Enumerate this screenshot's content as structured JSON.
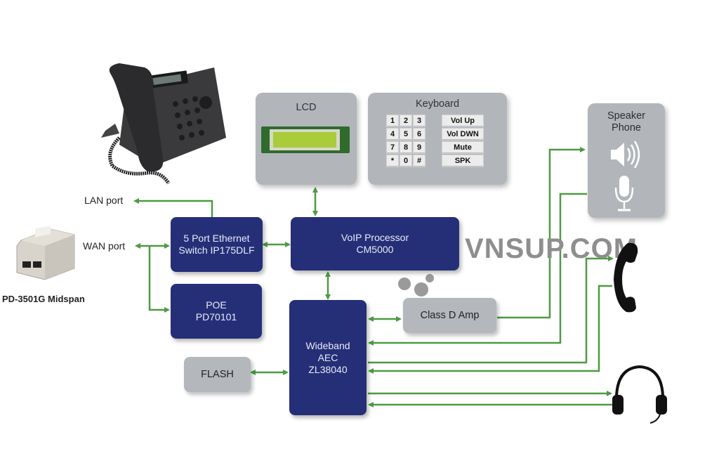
{
  "colors": {
    "block": "#252f78",
    "grey_block": "#b4b8bc",
    "arrow": "#4e9a43",
    "watermark": "#8e8e8e"
  },
  "left": {
    "lan_port": "LAN port",
    "wan_port": "WAN port",
    "midspan_label": "PD-3501G Midspan"
  },
  "blocks": {
    "switch": {
      "line1": "5 Port Ethernet",
      "line2": "Switch IP175DLF"
    },
    "voip": {
      "line1": "VoIP Processor",
      "line2": "CM5000"
    },
    "poe": {
      "line1": "POE",
      "line2": "PD70101"
    },
    "aec": {
      "line1": "Wideband",
      "line2": "AEC",
      "line3": "ZL38040"
    },
    "flash": "FLASH",
    "amp": "Class D Amp"
  },
  "lcd": {
    "title": "LCD"
  },
  "keyboard": {
    "title": "Keyboard",
    "keys": [
      "1",
      "2",
      "3",
      "4",
      "5",
      "6",
      "7",
      "8",
      "9",
      "*",
      "0",
      "#"
    ],
    "function_keys": [
      "Vol Up",
      "Vol DWN",
      "Mute",
      "SPK"
    ]
  },
  "speaker_phone": {
    "line1": "Speaker",
    "line2": "Phone"
  },
  "icons": [
    "desk-phone-photo",
    "midspan-injector-photo",
    "speaker-icon",
    "microphone-icon",
    "handset-icon",
    "headset-icon"
  ],
  "watermark": "VNSUP.COM"
}
